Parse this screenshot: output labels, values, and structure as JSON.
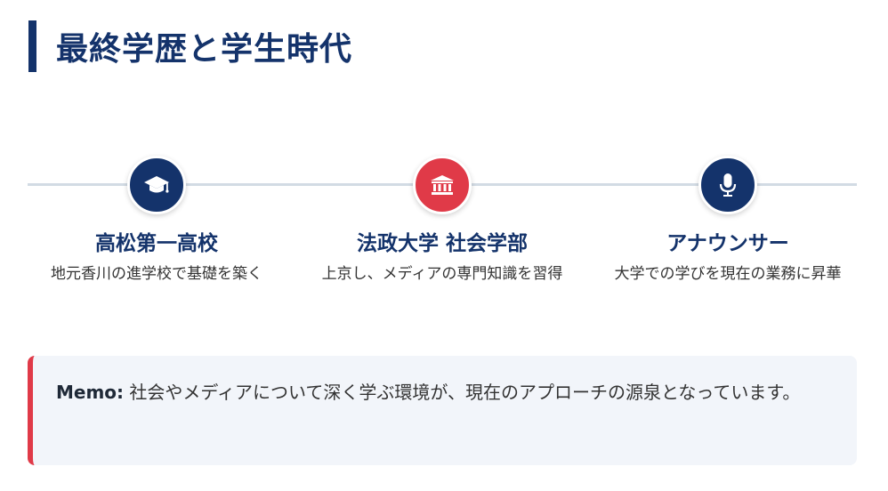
{
  "header": {
    "title": "最終学歴と学生時代"
  },
  "timeline": {
    "steps": [
      {
        "icon": "graduation-cap-icon",
        "color": "#14336b",
        "title": "高松第一高校",
        "description": "地元香川の進学校で基礎を築く"
      },
      {
        "icon": "university-building-icon",
        "color": "#e03a48",
        "title": "法政大学 社会学部",
        "description": "上京し、メディアの専門知識を習得"
      },
      {
        "icon": "microphone-icon",
        "color": "#14336b",
        "title": "アナウンサー",
        "description": "大学での学びを現在の業務に昇華"
      }
    ]
  },
  "memo": {
    "label": "Memo:",
    "text": "社会やメディアについて深く学ぶ環境が、現在のアプローチの源泉となっています。"
  },
  "colors": {
    "primary": "#14336b",
    "accent": "#e03a48",
    "memo_background": "#f2f5fa",
    "timeline_line": "#d2dbe4"
  }
}
